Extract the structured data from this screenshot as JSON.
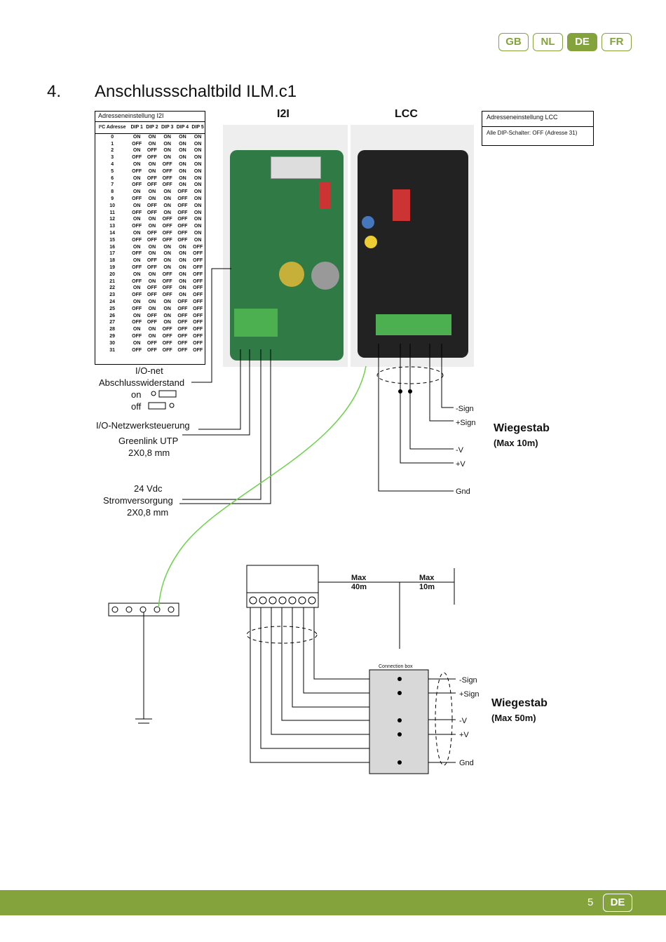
{
  "languages": [
    {
      "code": "GB",
      "active": false
    },
    {
      "code": "NL",
      "active": false
    },
    {
      "code": "DE",
      "active": true
    },
    {
      "code": "FR",
      "active": false
    }
  ],
  "heading": {
    "number": "4.",
    "title": "Anschlussschaltbild ILM.c1"
  },
  "i2i_table": {
    "caption": "Adresseneinstellung I2I",
    "headers": [
      "I²C Adresse",
      "DIP 1",
      "DIP 2",
      "DIP 3",
      "DIP 4",
      "DIP 5"
    ],
    "rows": [
      [
        "0",
        "ON",
        "ON",
        "ON",
        "ON",
        "ON"
      ],
      [
        "1",
        "OFF",
        "ON",
        "ON",
        "ON",
        "ON"
      ],
      [
        "2",
        "ON",
        "OFF",
        "ON",
        "ON",
        "ON"
      ],
      [
        "3",
        "OFF",
        "OFF",
        "ON",
        "ON",
        "ON"
      ],
      [
        "4",
        "ON",
        "ON",
        "OFF",
        "ON",
        "ON"
      ],
      [
        "5",
        "OFF",
        "ON",
        "OFF",
        "ON",
        "ON"
      ],
      [
        "6",
        "ON",
        "OFF",
        "OFF",
        "ON",
        "ON"
      ],
      [
        "7",
        "OFF",
        "OFF",
        "OFF",
        "ON",
        "ON"
      ],
      [
        "8",
        "ON",
        "ON",
        "ON",
        "OFF",
        "ON"
      ],
      [
        "9",
        "OFF",
        "ON",
        "ON",
        "OFF",
        "ON"
      ],
      [
        "10",
        "ON",
        "OFF",
        "ON",
        "OFF",
        "ON"
      ],
      [
        "11",
        "OFF",
        "OFF",
        "ON",
        "OFF",
        "ON"
      ],
      [
        "12",
        "ON",
        "ON",
        "OFF",
        "OFF",
        "ON"
      ],
      [
        "13",
        "OFF",
        "ON",
        "OFF",
        "OFF",
        "ON"
      ],
      [
        "14",
        "ON",
        "OFF",
        "OFF",
        "OFF",
        "ON"
      ],
      [
        "15",
        "OFF",
        "OFF",
        "OFF",
        "OFF",
        "ON"
      ],
      [
        "16",
        "ON",
        "ON",
        "ON",
        "ON",
        "OFF"
      ],
      [
        "17",
        "OFF",
        "ON",
        "ON",
        "ON",
        "OFF"
      ],
      [
        "18",
        "ON",
        "OFF",
        "ON",
        "ON",
        "OFF"
      ],
      [
        "19",
        "OFF",
        "OFF",
        "ON",
        "ON",
        "OFF"
      ],
      [
        "20",
        "ON",
        "ON",
        "OFF",
        "ON",
        "OFF"
      ],
      [
        "21",
        "OFF",
        "ON",
        "OFF",
        "ON",
        "OFF"
      ],
      [
        "22",
        "ON",
        "OFF",
        "OFF",
        "ON",
        "OFF"
      ],
      [
        "23",
        "OFF",
        "OFF",
        "OFF",
        "ON",
        "OFF"
      ],
      [
        "24",
        "ON",
        "ON",
        "ON",
        "OFF",
        "OFF"
      ],
      [
        "25",
        "OFF",
        "ON",
        "ON",
        "OFF",
        "OFF"
      ],
      [
        "26",
        "ON",
        "OFF",
        "ON",
        "OFF",
        "OFF"
      ],
      [
        "27",
        "OFF",
        "OFF",
        "ON",
        "OFF",
        "OFF"
      ],
      [
        "28",
        "ON",
        "ON",
        "OFF",
        "OFF",
        "OFF"
      ],
      [
        "29",
        "OFF",
        "ON",
        "OFF",
        "OFF",
        "OFF"
      ],
      [
        "30",
        "ON",
        "OFF",
        "OFF",
        "OFF",
        "OFF"
      ],
      [
        "31",
        "OFF",
        "OFF",
        "OFF",
        "OFF",
        "OFF"
      ]
    ]
  },
  "lcc_table": {
    "caption": "Adresseneinstellung LCC",
    "value": "Alle DIP-Schalter: OFF (Adresse 31)"
  },
  "photo_labels": {
    "i2i": "I2I",
    "lcc": "LCC"
  },
  "i2i_left": {
    "ionet": "I/O-net",
    "terminator": "Abschlusswiderstand",
    "on": "on",
    "off": "off",
    "network": "I/O-Netzwerksteuerung",
    "greenlink": "Greenlink UTP",
    "greenlink_spec": "2X0,8 mm",
    "supply_v": "24 Vdc",
    "supply": "Stromversorgung",
    "supply_spec": "2X0,8 mm"
  },
  "lcc_right": {
    "sign_minus": "-Sign",
    "sign_plus": "+Sign",
    "v_minus": "-V",
    "v_plus": "+V",
    "gnd": "Gnd",
    "wiegestab": "Wiegestab",
    "max": "(Max 10m)"
  },
  "lower": {
    "max40_a": "Max",
    "max40_b": "40m",
    "max10_a": "Max",
    "max10_b": "10m",
    "connection_box": "Connection box",
    "sign_minus": "-Sign",
    "sign_plus": "+Sign",
    "v_minus": "-V",
    "v_plus": "+V",
    "gnd": "Gnd",
    "wiegestab": "Wiegestab",
    "max": "(Max 50m)"
  },
  "footer": {
    "page": "5",
    "lang": "DE"
  },
  "colors": {
    "accent": "#84a33c",
    "board": "#2f7a45",
    "wire": "#6cd24a"
  }
}
